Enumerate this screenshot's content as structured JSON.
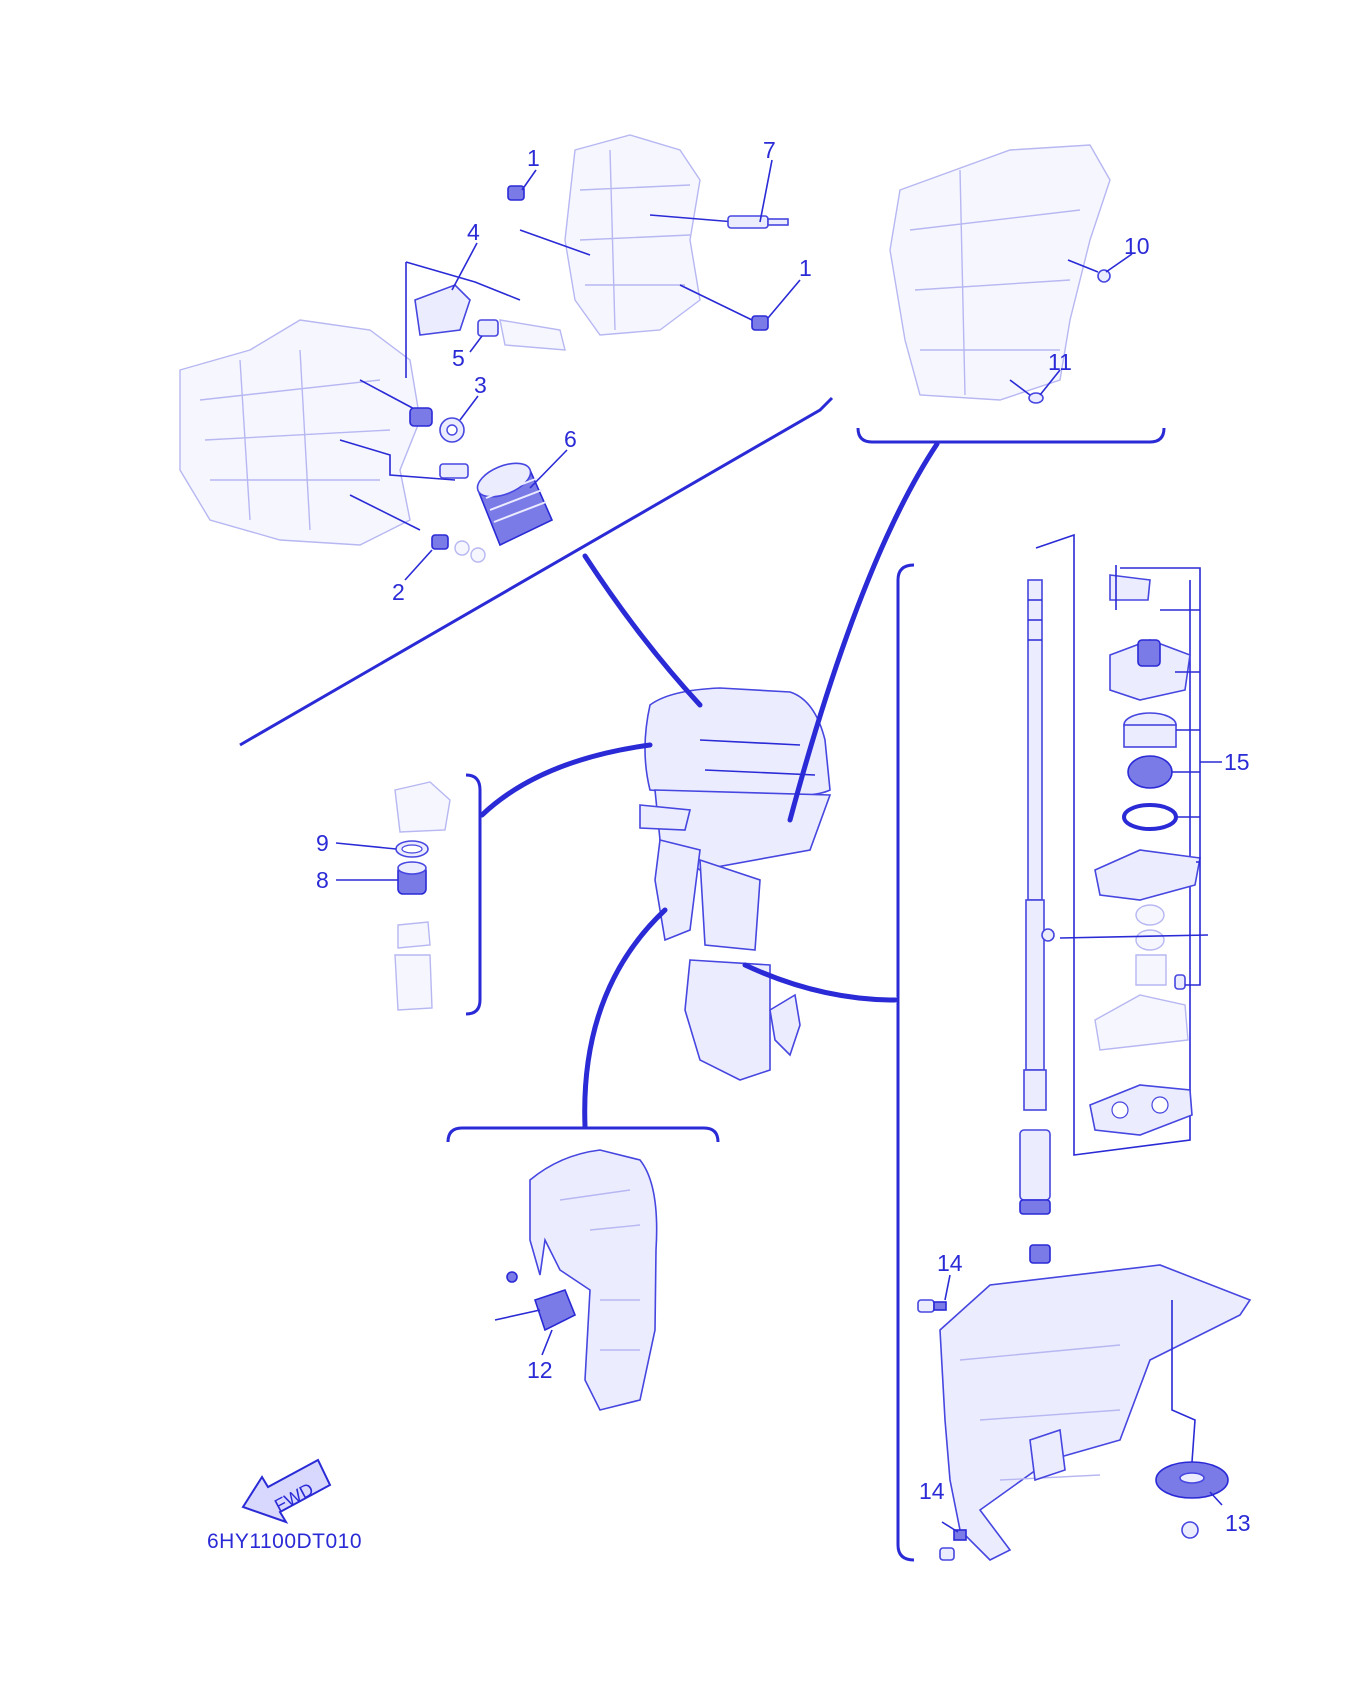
{
  "diagram": {
    "drawing_code": "6HY1100DT010",
    "direction_label": "FWD",
    "accent_color": "#2a2ad6",
    "callouts": [
      {
        "id": "c1a",
        "text": "1"
      },
      {
        "id": "c1b",
        "text": "1"
      },
      {
        "id": "c2",
        "text": "2"
      },
      {
        "id": "c3",
        "text": "3"
      },
      {
        "id": "c4",
        "text": "4"
      },
      {
        "id": "c5",
        "text": "5"
      },
      {
        "id": "c6",
        "text": "6"
      },
      {
        "id": "c7",
        "text": "7"
      },
      {
        "id": "c8",
        "text": "8"
      },
      {
        "id": "c9",
        "text": "9"
      },
      {
        "id": "c10",
        "text": "10"
      },
      {
        "id": "c11",
        "text": "11"
      },
      {
        "id": "c12",
        "text": "12"
      },
      {
        "id": "c13",
        "text": "13"
      },
      {
        "id": "c14a",
        "text": "14"
      },
      {
        "id": "c14b",
        "text": "14"
      },
      {
        "id": "c15",
        "text": "15"
      }
    ]
  }
}
